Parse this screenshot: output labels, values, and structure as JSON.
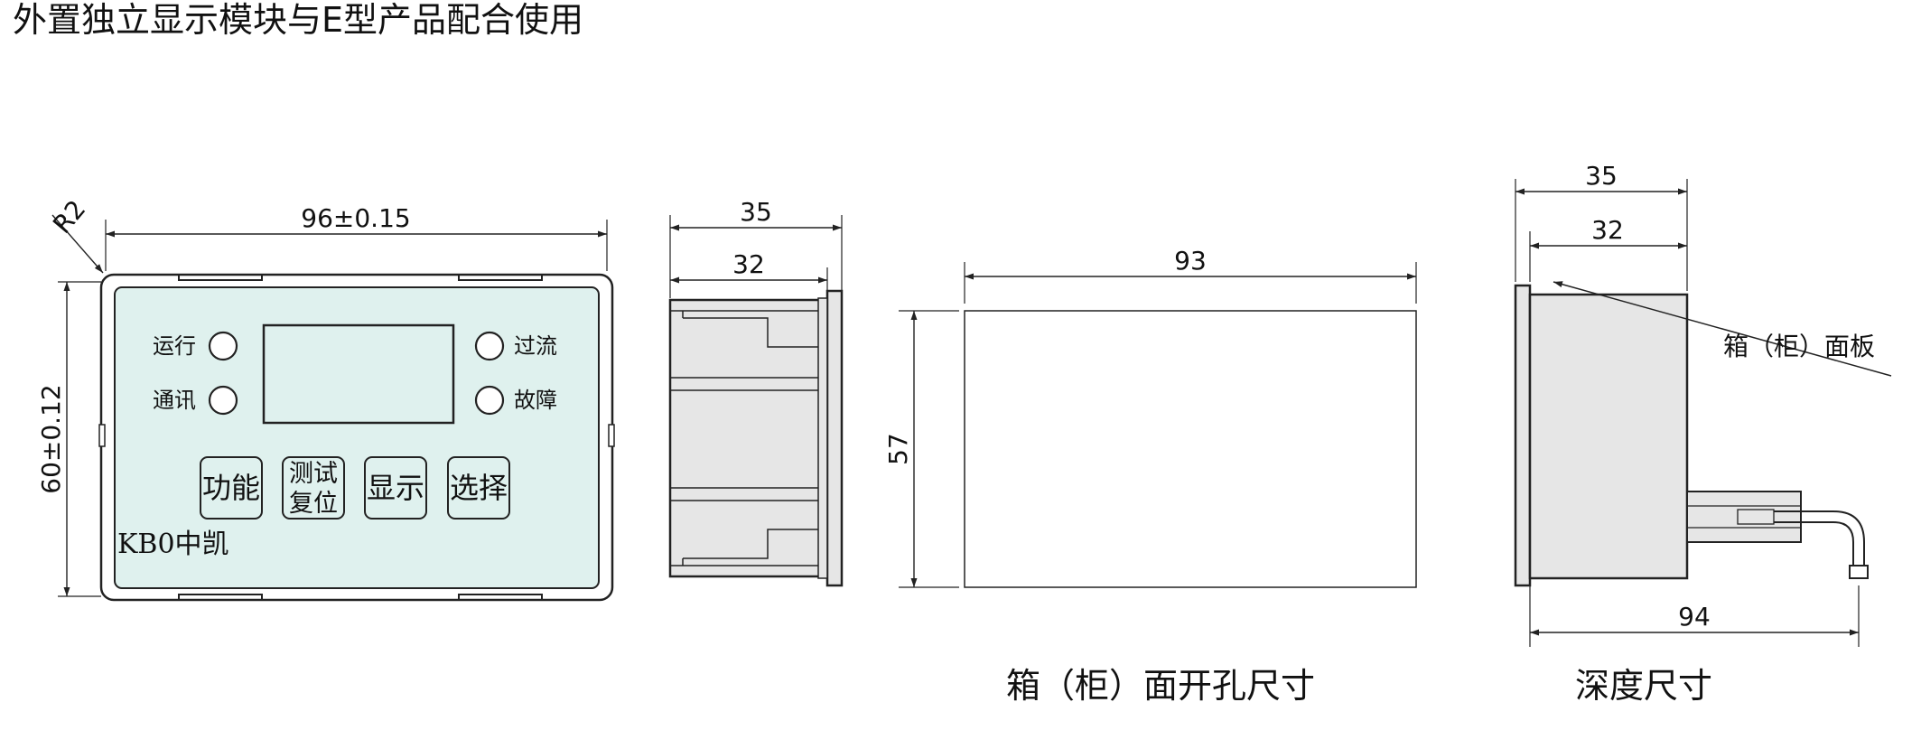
{
  "title": "外置独立显示模块与E型产品配合使用",
  "front_view": {
    "width_dim": "96±0.15",
    "height_dim": "60±0.12",
    "corner_radius_label": "R2",
    "indicators": {
      "run": "运行",
      "comm": "通讯",
      "overcurrent": "过流",
      "fault": "故障"
    },
    "buttons": {
      "function": "功能",
      "test_reset_line1": "测试",
      "test_reset_line2": "复位",
      "display": "显示",
      "select": "选择"
    },
    "brand": "KB0中凯"
  },
  "side_view": {
    "outer_depth": "35",
    "inner_depth": "32"
  },
  "cutout_view": {
    "width_dim": "93",
    "height_dim": "57",
    "caption": "箱（柜）面开孔尺寸"
  },
  "depth_view": {
    "outer_depth": "35",
    "inner_depth": "32",
    "total_depth": "94",
    "panel_label": "箱（柜）面板",
    "caption": "深度尺寸"
  },
  "colors": {
    "panel_fill": "#dff1ee",
    "body_fill": "#e6e6e6",
    "line": "#222222"
  }
}
